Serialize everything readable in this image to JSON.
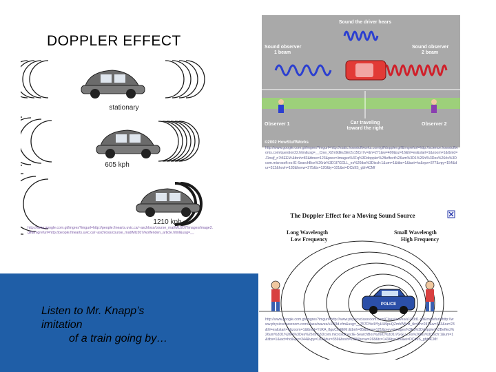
{
  "slide": {
    "title": "DOPPLER EFFECT",
    "note_line1": "Listen to Mr. Knapp’s",
    "note_line2": "imitation",
    "note_line3": "of a train going by…"
  },
  "figure_left": {
    "label_stationary": "stationary",
    "label_605": "605 kph",
    "label_1210": "1210 kph",
    "source_url": "http://www.google.com.gt/imgres?imgurl=http://people.finearts.uvic.ca/~aschloss/course_mat/MU207/images/image2.gif&imgrefurl=http://people.finearts.uvic.ca/~aschloss/course_mat/MU207/wolfenden_article.html&usg=__"
  },
  "figure_topright": {
    "label_driver": "Sound the driver hears",
    "label_obs1_beam": "Sound observer\n1 beam",
    "label_obs2_beam": "Sound observer\n2 beam",
    "label_observer1": "Observer 1",
    "label_observer2": "Observer 2",
    "label_car": "Car traveling\ntoward the right",
    "copyright": "©2002 HowStuffWorks",
    "source_url": "http://www.google.com.gt/imgres?imgurl=http://static.howstuffworks.com/gif/doppler.gif&imgrefurl=http://science.howstuffworks.com/question22.htm&usg=__Cnw_X2m9dEuSEr2s15Cn7v=&h=271&w=400&sz=16&hl=es&start=1&zoom=1&tbnid=J1nsjf_n7t5EEM:&tbnh=83&tbnw=123&prev=/images%3Fq%3Ddoppler%2Beffect%26um%3D1%26hl%3Des%26rls%3Dcom.microsoft:es:IE-SearchBox%26rlz%3D1I7GGLL_es%26tbs%3Disch:1&um=1&itbs=1&iact=hc&vpx=377&vpy=154&dur=312&hovh=183&hovw=275&tx=120&ty=101&ei=DCb9S_gbh4CMf"
  },
  "figure_botright": {
    "title": "The Doppler Effect for a Moving Sound Source",
    "long_wavelength": "Long Wavelength",
    "low_frequency": "Low Frequency",
    "small_wavelength": "Small Wavelength",
    "high_frequency": "High Frequency",
    "police": "POLICE",
    "source_url": "http://www.google.com.gt/imgres?imgurl=http://www.physicsclassroom.com/Class/waves/u10l3d1.gif&imgrefurl=http://www.physicsclassroom.com/class/waves/u10l3d.cfm&usg=__Z57DYe4YfyHH9puQZmhW5nit_tk=&h=247&w=353&sz=23&hl=es&start=6&zoom=1&tbnid=YdKA_8guCxHtEM:&tbnh=85&tbnw=121&prev=/images%3Fq%3Ddoppler%2Beffect%26um%3D1%26hl%3Des%26rls%3Dcom.microsoft:es:IE-SearchBox%26rlz%3D1I7GGLL_es%26tbs%3Disch:1&um=1&itbs=1&iact=hc&vpx=344&vpy=182&dur=359&hovh=188&hovw=268&tx=143&ty=106&ei=DCb9S_gbh4CMf"
  },
  "colors": {
    "band": "#1f5ea7",
    "road": "#a9a9a9",
    "grass": "#9dd07a",
    "wave_blue": "#2b3fd0",
    "wave_red": "#d0202a",
    "car_red": "#e23a36"
  }
}
